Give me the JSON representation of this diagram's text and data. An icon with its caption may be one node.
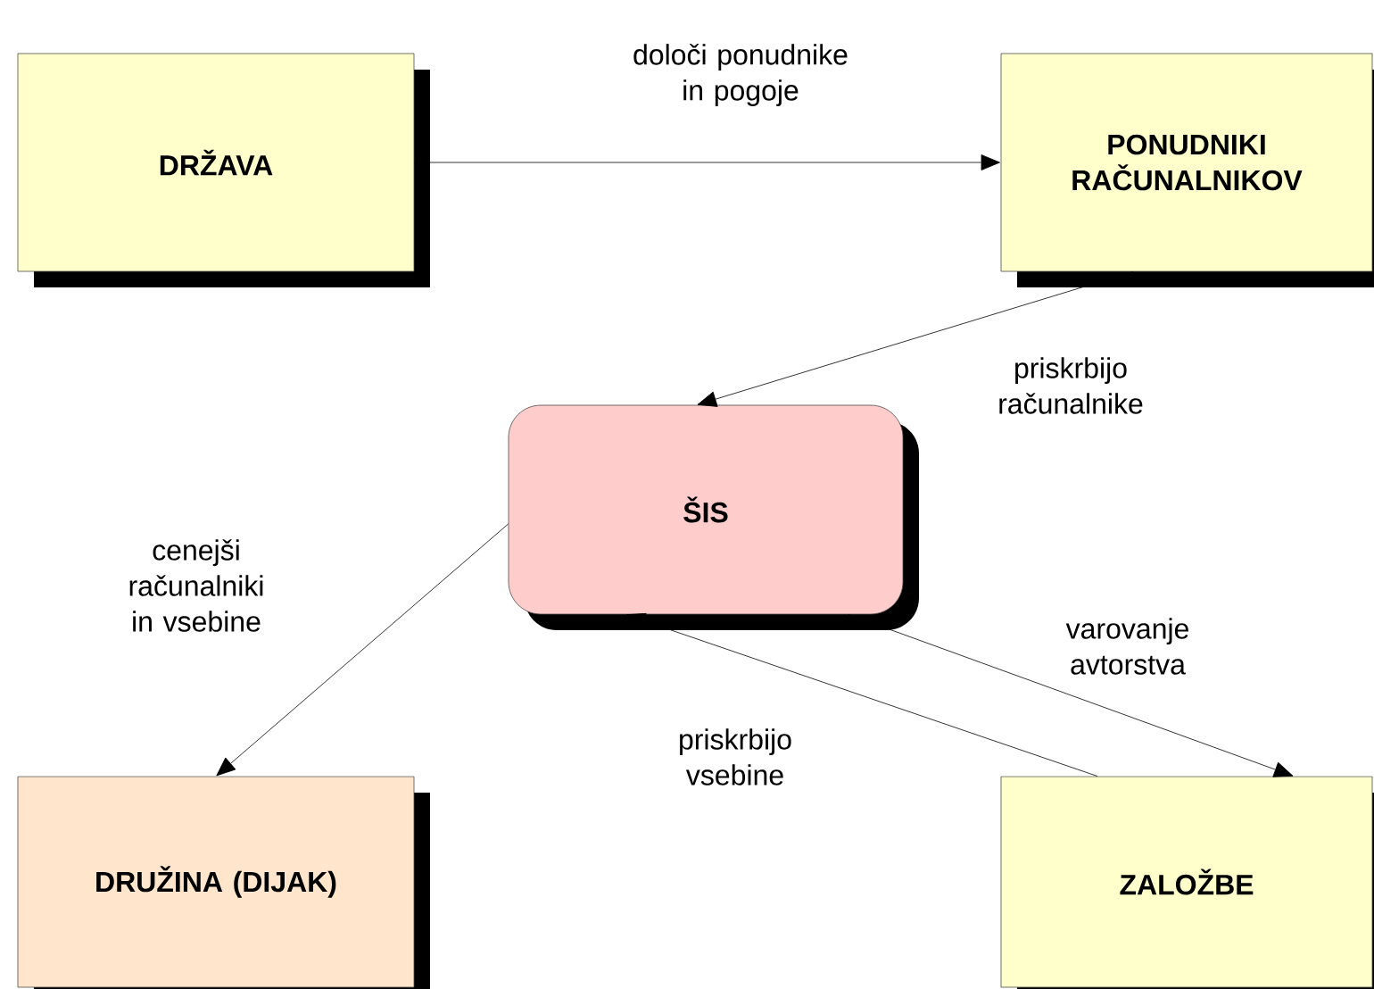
{
  "diagram": {
    "nodes": [
      {
        "text": [
          "DRŽAVA"
        ]
      },
      {
        "text": [
          "PONUDNIKI RAČUNALNIKOV"
        ]
      },
      {
        "text": [
          "ŠIS"
        ]
      },
      {
        "text": [
          "DRUŽINA (DIJAK)"
        ]
      },
      {
        "text": [
          "ZALOŽBE"
        ]
      }
    ],
    "edges": [
      {
        "from": 0,
        "to": 1,
        "arrow": "to",
        "label": "določi ponudnike in pogoje"
      },
      {
        "from": 1,
        "to": 2,
        "arrow": "to",
        "label": "priskrbijo računalnike"
      },
      {
        "from": 2,
        "to": 3,
        "arrow": "to",
        "label": "cenejši računalniki in vsebine"
      },
      {
        "from": 2,
        "to": 4,
        "arrow": "to",
        "label": "varovanje avtorstva"
      },
      {
        "from": 4,
        "to": 2,
        "arrow": "to",
        "label": "priskrbijo vsebine"
      }
    ]
  }
}
